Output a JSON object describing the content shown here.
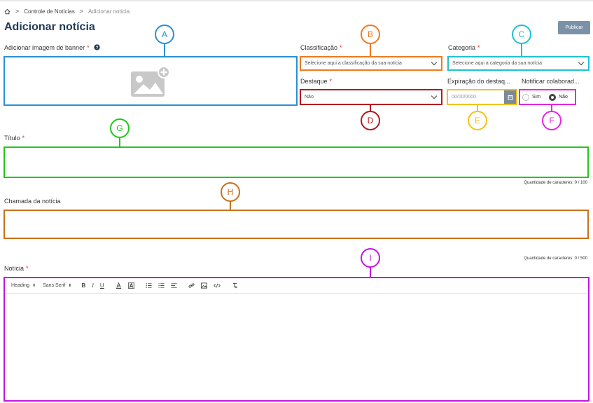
{
  "breadcrumb": {
    "items": [
      "Controle de Notícias",
      "Adicionar notícia"
    ]
  },
  "page": {
    "title": "Adicionar notícia",
    "publish_label": "Publicar"
  },
  "form": {
    "banner_label": "Adicionar imagem de banner",
    "classificacao": {
      "label": "Classificação",
      "placeholder": "Selecione aqui a classificação da sua notícia"
    },
    "categoria": {
      "label": "Categoria",
      "placeholder": "Selecione aqui a categoria da sua notícia"
    },
    "destaque": {
      "label": "Destaque",
      "value": "Não"
    },
    "expiracao": {
      "label": "Expiração do destaq...",
      "placeholder": "00/00/0000"
    },
    "notificar": {
      "label": "Notificar colaborad...",
      "option_yes": "Sim",
      "option_no": "Não",
      "selected": "Não"
    },
    "titulo": {
      "label": "Título",
      "counter_label": "Quantidade de caracteres:",
      "counter_value": "0 / 100"
    },
    "chamada": {
      "label": "Chamada da notícia",
      "counter_label": "Quantidade de caracteres:",
      "counter_value": "0 / 500"
    },
    "noticia": {
      "label": "Notícia",
      "toolbar": {
        "heading": "Heading",
        "font": "Sans Serif",
        "bold": "B",
        "italic": "I",
        "underline": "U"
      }
    }
  },
  "annotations": {
    "A": "A",
    "B": "B",
    "C": "C",
    "D": "D",
    "E": "E",
    "F": "F",
    "G": "G",
    "H": "H",
    "I": "I"
  },
  "colors": {
    "A": "#2b8fd6",
    "B": "#f07a1e",
    "C": "#1fc2d0",
    "D": "#b8171e",
    "E": "#f3c318",
    "F": "#ea24e0",
    "G": "#22c71c",
    "H": "#c8701c",
    "I": "#c415e3",
    "title": "#1f3a5a",
    "publish": "#7a92a8"
  }
}
